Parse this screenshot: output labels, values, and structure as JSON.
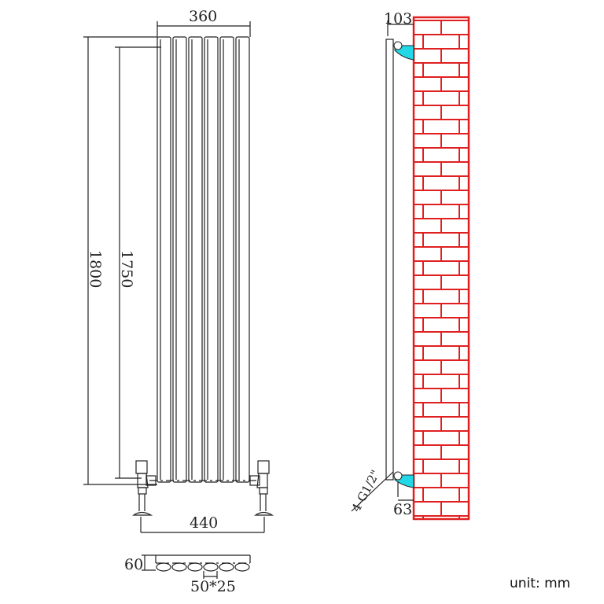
{
  "dimensions": {
    "width_top": "360",
    "height_total": "1800",
    "height_pipe": "1750",
    "pipe_centres": "440",
    "depth": "60",
    "tube_section": "50*25",
    "wall_gap": "103",
    "bottom_offset": "63",
    "connections": "4-G1/2\""
  },
  "unit_label": "unit: mm",
  "colors": {
    "wall": "#e02020",
    "bracket": "#22d8e6",
    "line": "#222222"
  }
}
